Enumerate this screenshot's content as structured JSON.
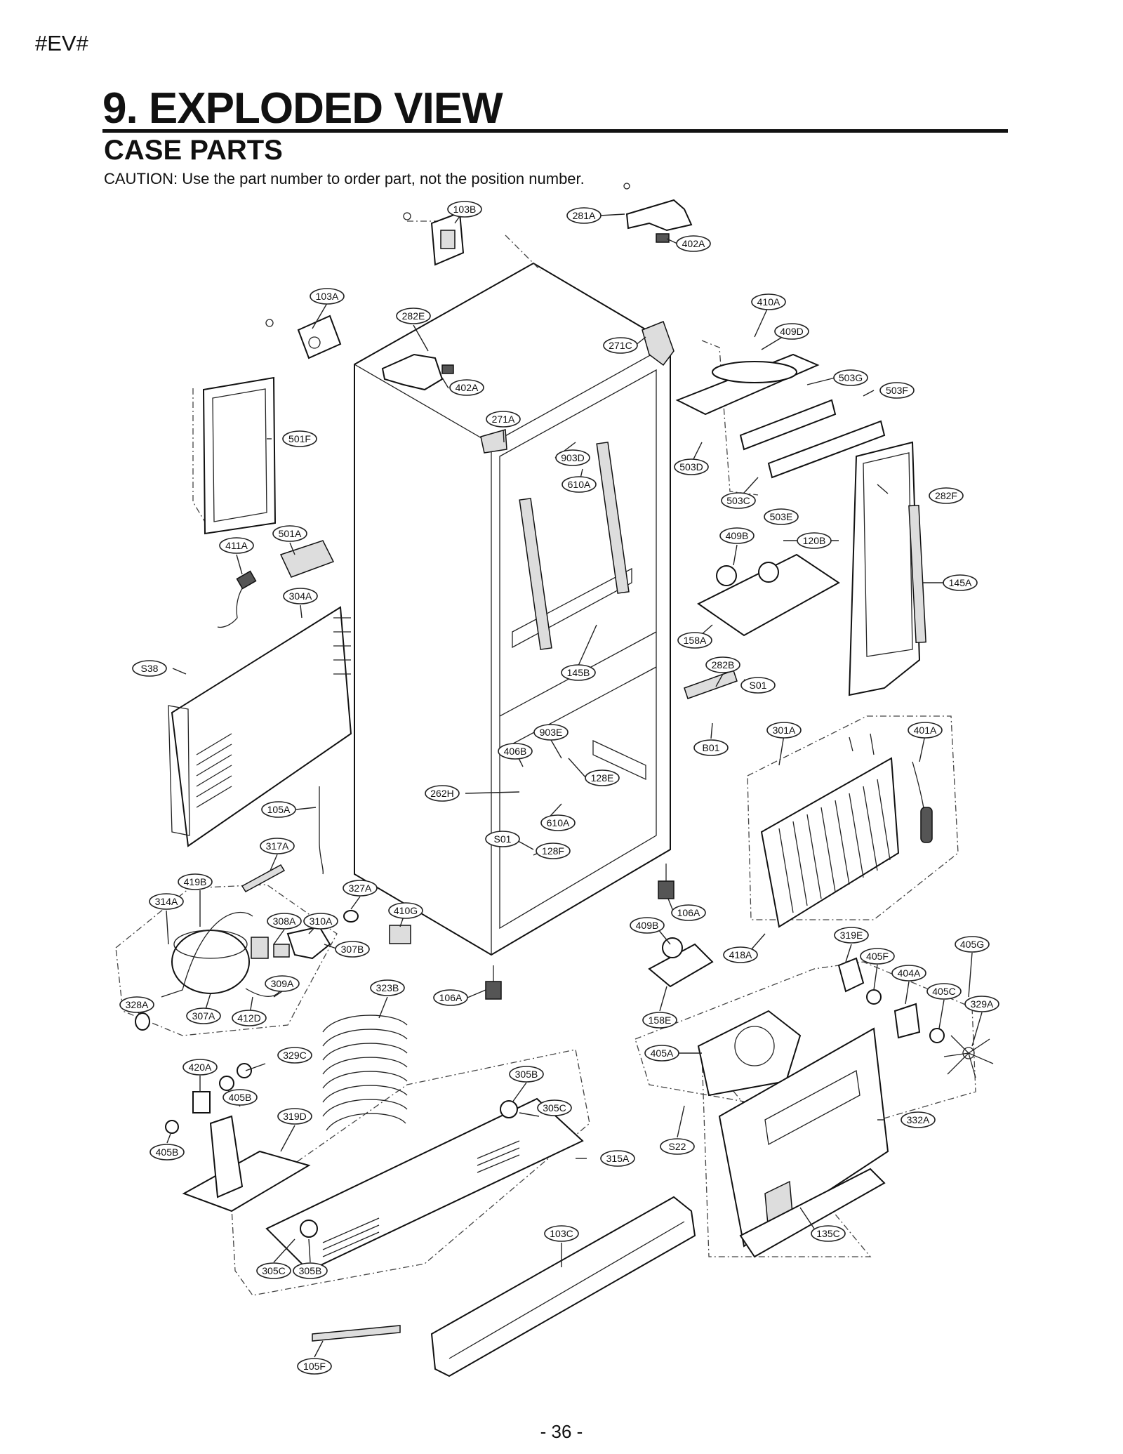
{
  "doc_tag": "#EV#",
  "title": "9. EXPLODED VIEW",
  "subtitle": "CASE PARTS",
  "caution": "CAUTION: Use the part number to order part, not the position number.",
  "page_number": "- 36 -",
  "callouts": [
    "103B",
    "281A",
    "402A",
    "103A",
    "282E",
    "402A",
    "271C",
    "410A",
    "409D",
    "503G",
    "503F",
    "271A",
    "501F",
    "903D",
    "610A",
    "503D",
    "503C",
    "503E",
    "282F",
    "501A",
    "411A",
    "409B",
    "120B",
    "145A",
    "304A",
    "158A",
    "145B",
    "282B",
    "S01",
    "S38",
    "B01",
    "301A",
    "401A",
    "903E",
    "406B",
    "128E",
    "262H",
    "610A",
    "105A",
    "S01",
    "128F",
    "317A",
    "327A",
    "410G",
    "106A",
    "419B",
    "314A",
    "310A",
    "308A",
    "307B",
    "409B",
    "319E",
    "418A",
    "405F",
    "405G",
    "404A",
    "405C",
    "329A",
    "323B",
    "309A",
    "106A",
    "328A",
    "307A",
    "412D",
    "158E",
    "405A",
    "329C",
    "420A",
    "305B",
    "305C",
    "405B",
    "319D",
    "315A",
    "S22",
    "332A",
    "405B",
    "103C",
    "305C",
    "305B",
    "135C",
    "105F"
  ]
}
